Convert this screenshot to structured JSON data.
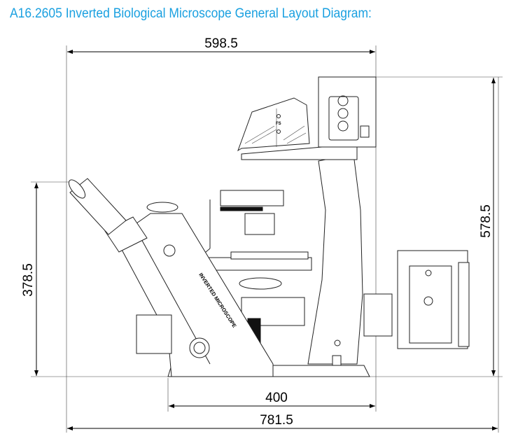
{
  "title": "A16.2605 Inverted Biological Microscope General Layout Diagram:",
  "dimensions": {
    "top_width": "598.5",
    "total_height": "578.5",
    "eyepiece_height": "378.5",
    "base_depth": "400",
    "total_width": "781.5"
  },
  "labels": {
    "body_text": "INVERTED MICROSCOPE",
    "field_stop": "FS"
  },
  "colors": {
    "title": "#1aa0e0",
    "lines": "#222222"
  }
}
